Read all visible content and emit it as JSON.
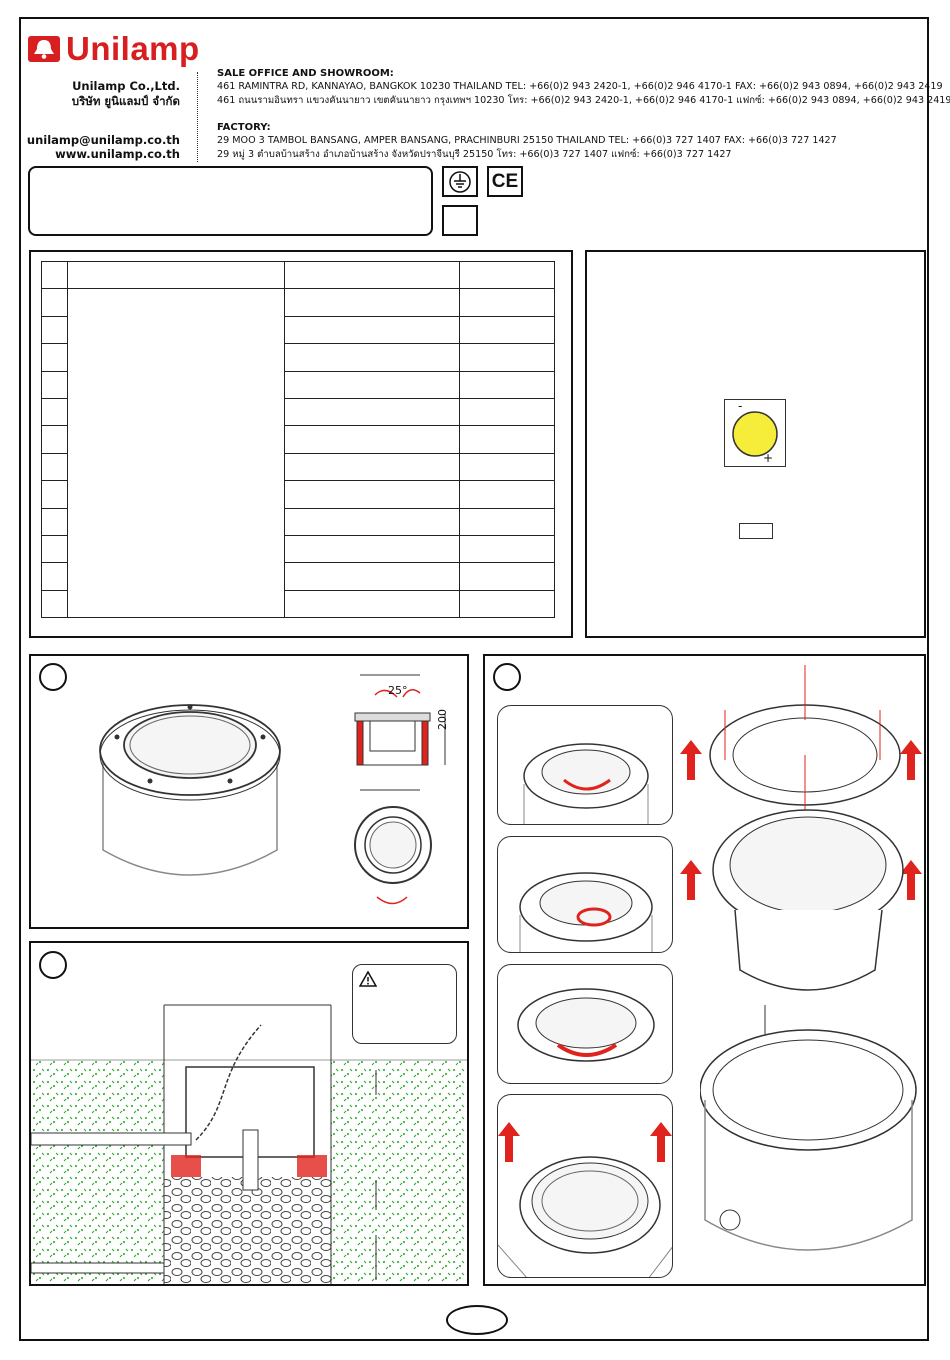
{
  "brand": {
    "name": "Unilamp",
    "color": "#d81e1e",
    "logo_icon": "bell-icon"
  },
  "company": {
    "name_en": "Unilamp Co.,Ltd.",
    "name_th": "บริษัท ยูนิแลมป์ จำกัด",
    "email": "unilamp@unilamp.co.th",
    "website": "www.unilamp.co.th"
  },
  "sale_office": {
    "heading": "SALE OFFICE AND SHOWROOM:",
    "address_en": "461 RAMINTRA RD, KANNAYAO, BANGKOK 10230 THAILAND TEL: +66(0)2 943 2420-1, +66(0)2 946 4170-1 FAX: +66(0)2 943 0894, +66(0)2 943 2419",
    "address_th": "461 ถนนรามอินทรา แขวงคันนายาว เขตคันนายาว กรุงเทพฯ 10230  โทร: +66(0)2 943 2420-1, +66(0)2 946 4170-1 แฟกซ์: +66(0)2 943 0894, +66(0)2 943 2419"
  },
  "factory": {
    "heading": "FACTORY:",
    "address_en": "29 MOO 3 TAMBOL BANSANG, AMPER BANSANG, PRACHINBURI 25150 THAILAND TEL: +66(0)3 727 1407 FAX: +66(0)3 727 1427",
    "address_th": "29 หมู่ 3 ตำบลบ้านสร้าง อำเภอบ้านสร้าง จังหวัดปราจีนบุรี  25150  โทร: +66(0)3 727 1407 แฟกซ์: +66(0)3 727 1427"
  },
  "symbols": {
    "ground": "earth-ground-icon",
    "ce_mark": "CE"
  },
  "diagram_labels": {
    "tilt_angle": "25°",
    "height": "200",
    "led_minus": "-",
    "led_plus": "+",
    "warning_icon": "warning-icon",
    "arrow_color": "#e0231d",
    "soil_color": "#1ca81c",
    "led_color": "#f6ec3a"
  }
}
